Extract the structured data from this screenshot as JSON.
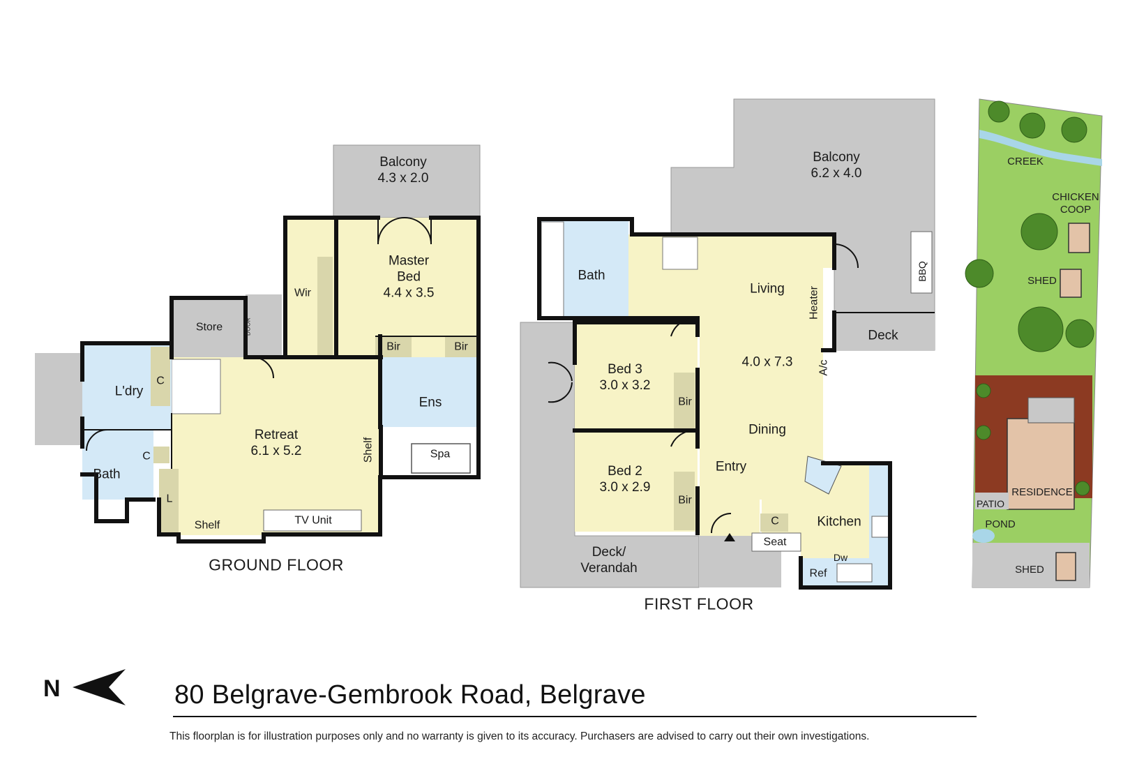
{
  "colors": {
    "room_fill": "#f7f3c6",
    "wet_fill": "#d4e9f7",
    "outdoor_fill": "#c8c8c8",
    "joinery_fill": "#d9d6ab",
    "wall": "#111111",
    "grass": "#9bcf63",
    "garden_bed": "#8c3a22",
    "creek": "#a9d6e8"
  },
  "ground_floor": {
    "title": "GROUND FLOOR",
    "balcony": {
      "name": "Balcony",
      "size": "4.3 x 2.0"
    },
    "master_bed": {
      "name": "Master",
      "name2": "Bed",
      "size": "4.4 x 3.5"
    },
    "wir": "Wir",
    "store": "Store",
    "door": "DOOR",
    "bir_left": "Bir",
    "bir_right": "Bir",
    "ens": "Ens",
    "spa": "Spa",
    "laundry": "L'dry",
    "cupboard_top": "C",
    "cupboard_bottom": "C",
    "bath": "Bath",
    "linen": "L",
    "retreat": {
      "name": "Retreat",
      "size": "6.1 x 5.2"
    },
    "shelf_right": "Shelf",
    "shelf_bottom": "Shelf",
    "tv_unit": "TV Unit"
  },
  "first_floor": {
    "title": "FIRST FLOOR",
    "balcony": {
      "name": "Balcony",
      "size": "6.2 x 4.0"
    },
    "bbq": "BBQ",
    "deck": "Deck",
    "bath": "Bath",
    "living": "Living",
    "heater": "Heater",
    "living_size": "4.0 x 7.3",
    "ac": "A/c",
    "dining": "Dining",
    "bed3": {
      "name": "Bed 3",
      "size": "3.0 x 3.2"
    },
    "bir_bed3": "Bir",
    "bed2": {
      "name": "Bed 2",
      "size": "3.0 x 2.9"
    },
    "bir_bed2": "Bir",
    "entry": "Entry",
    "cupboard": "C",
    "seat": "Seat",
    "kitchen": "Kitchen",
    "dw": "Dw",
    "ref": "Ref",
    "verandah": {
      "line1": "Deck/",
      "line2": "Verandah"
    }
  },
  "site_plan": {
    "creek": "CREEK",
    "chicken_coop": {
      "line1": "CHICKEN",
      "line2": "COOP"
    },
    "shed_top": "SHED",
    "residence": "RESIDENCE",
    "patio": "PATIO",
    "pond": "POND",
    "shed_bottom": "SHED"
  },
  "north": {
    "letter": "N"
  },
  "address": "80 Belgrave-Gembrook Road, Belgrave",
  "disclaimer": "This floorplan is for illustration purposes only and no warranty is given to its accuracy. Purchasers are advised to carry out their own investigations."
}
